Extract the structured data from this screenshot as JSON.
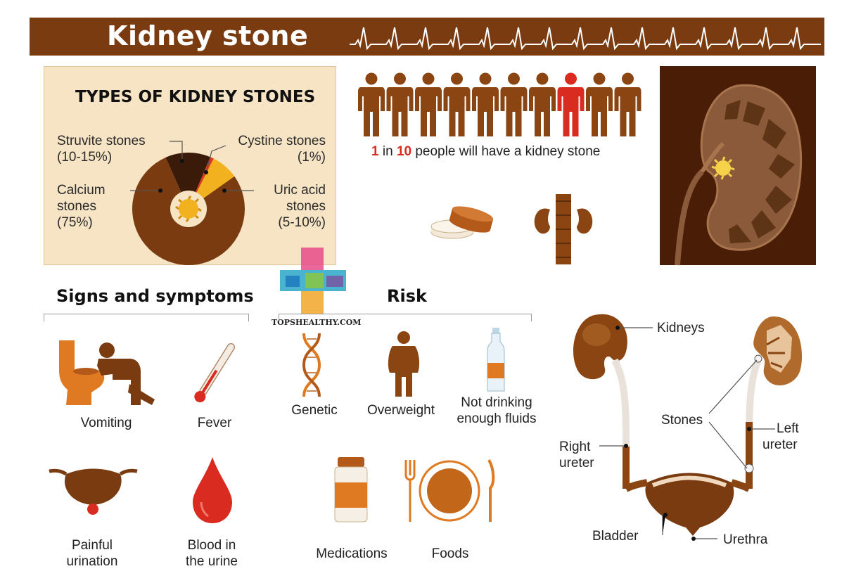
{
  "header": {
    "title": "Kidney stone"
  },
  "types_panel": {
    "heading": "TYPES OF KIDNEY STONES",
    "labels": {
      "struvite": [
        "Struvite stones",
        "(10-15%)"
      ],
      "cystine": [
        "Cystine stones",
        "(1%)"
      ],
      "calcium": [
        "Calcium",
        "stones",
        "(75%)"
      ],
      "uric": [
        "Uric acid",
        "stones",
        "(5-10%)"
      ]
    }
  },
  "chart_data": {
    "type": "pie",
    "title": "TYPES OF KIDNEY STONES",
    "categories": [
      "Calcium stones",
      "Struvite stones",
      "Cystine stones",
      "Uric acid stones"
    ],
    "values": [
      75,
      12.5,
      1,
      7.5
    ],
    "value_labels": [
      "(75%)",
      "(10-15%)",
      "(1%)",
      "(5-10%)"
    ],
    "colors": [
      "#7a3b10",
      "#3a1a08",
      "#d93a1e",
      "#f2b21f"
    ]
  },
  "people": {
    "count": 10,
    "highlight_index": 7,
    "base_color": "#8a4513",
    "highlight_color": "#d92b1f",
    "caption": {
      "n1": "1",
      "t1": " in ",
      "n2": "10",
      "t2": " people will have a kidney stone"
    }
  },
  "symptoms": {
    "heading": "Signs and symptoms",
    "items": [
      {
        "label": [
          "Vomiting"
        ]
      },
      {
        "label": [
          "Fever"
        ]
      },
      {
        "label": [
          "Painful",
          "urination"
        ]
      },
      {
        "label": [
          "Blood in",
          "the urine"
        ]
      }
    ]
  },
  "risk": {
    "heading": "Risk",
    "items": [
      {
        "label": [
          "Genetic"
        ]
      },
      {
        "label": [
          "Overweight"
        ]
      },
      {
        "label": [
          "Not drinking",
          "enough fluids"
        ]
      },
      {
        "label": [
          "Medications"
        ]
      },
      {
        "label": [
          "Foods"
        ]
      }
    ]
  },
  "logo": {
    "text": "TOPSHEALTHY.COM"
  },
  "diagram": {
    "kidneys": "Kidneys",
    "stones": "Stones",
    "left_ureter": [
      "Left",
      "ureter"
    ],
    "right_ureter": [
      "Right",
      "ureter"
    ],
    "bladder": "Bladder",
    "urethra": "Urethra"
  },
  "colors": {
    "header": "#7a3b10",
    "panel": "#f6e4c4",
    "brown": "#8a4513",
    "red": "#d92b1f",
    "orange": "#e07a22"
  }
}
